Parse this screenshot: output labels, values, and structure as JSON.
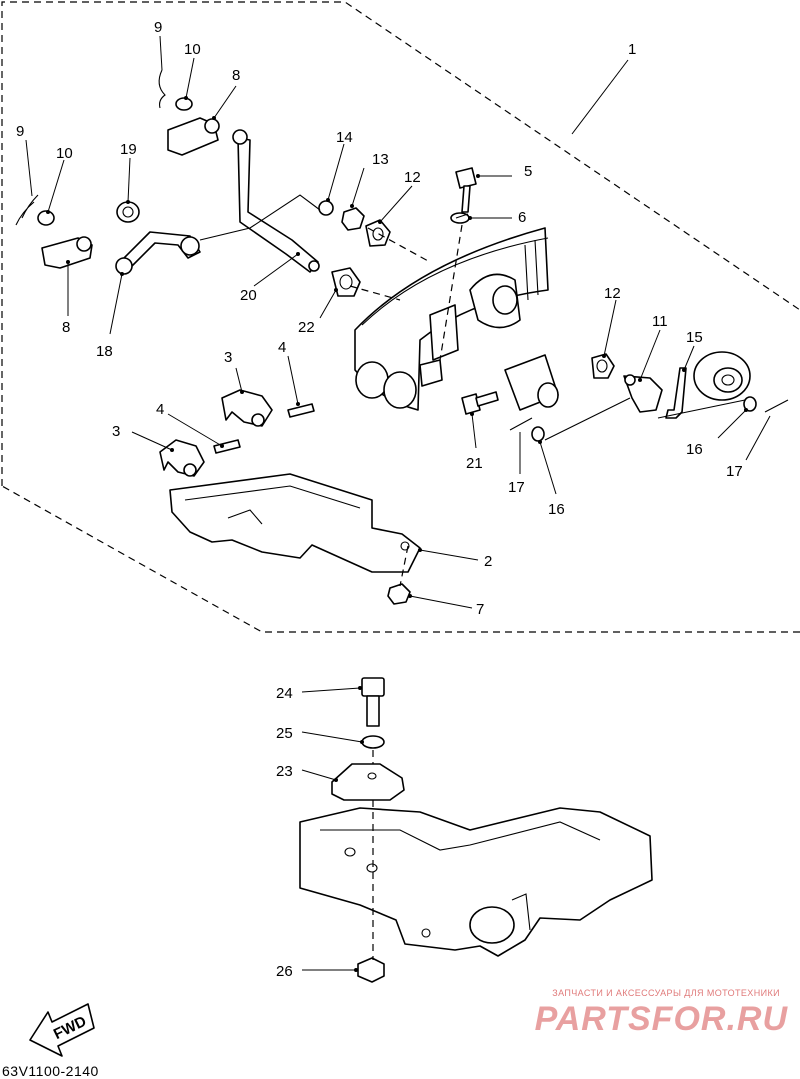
{
  "diagram": {
    "callouts": [
      {
        "id": "c1",
        "label": "1"
      },
      {
        "id": "c2",
        "label": "2"
      },
      {
        "id": "c3a",
        "label": "3"
      },
      {
        "id": "c3b",
        "label": "3"
      },
      {
        "id": "c4a",
        "label": "4"
      },
      {
        "id": "c4b",
        "label": "4"
      },
      {
        "id": "c5",
        "label": "5"
      },
      {
        "id": "c6",
        "label": "6"
      },
      {
        "id": "c7",
        "label": "7"
      },
      {
        "id": "c8a",
        "label": "8"
      },
      {
        "id": "c8b",
        "label": "8"
      },
      {
        "id": "c9a",
        "label": "9"
      },
      {
        "id": "c9b",
        "label": "9"
      },
      {
        "id": "c10a",
        "label": "10"
      },
      {
        "id": "c10b",
        "label": "10"
      },
      {
        "id": "c11",
        "label": "11"
      },
      {
        "id": "c12a",
        "label": "12"
      },
      {
        "id": "c12b",
        "label": "12"
      },
      {
        "id": "c13",
        "label": "13"
      },
      {
        "id": "c14",
        "label": "14"
      },
      {
        "id": "c15",
        "label": "15"
      },
      {
        "id": "c16a",
        "label": "16"
      },
      {
        "id": "c16b",
        "label": "16"
      },
      {
        "id": "c17a",
        "label": "17"
      },
      {
        "id": "c17b",
        "label": "17"
      },
      {
        "id": "c18",
        "label": "18"
      },
      {
        "id": "c19",
        "label": "19"
      },
      {
        "id": "c20",
        "label": "20"
      },
      {
        "id": "c21",
        "label": "21"
      },
      {
        "id": "c22",
        "label": "22"
      },
      {
        "id": "c23",
        "label": "23"
      },
      {
        "id": "c24",
        "label": "24"
      },
      {
        "id": "c25",
        "label": "25"
      },
      {
        "id": "c26",
        "label": "26"
      }
    ],
    "fwd_label": "FWD",
    "diagram_code": "63V1100-2140"
  },
  "watermark": {
    "tagline": "ЗАПЧАСТИ И АКСЕССУАРЫ ДЛЯ МОТОТЕХНИКИ",
    "brand": "PARTSFOR.RU",
    "color": "#e8a0a0"
  }
}
